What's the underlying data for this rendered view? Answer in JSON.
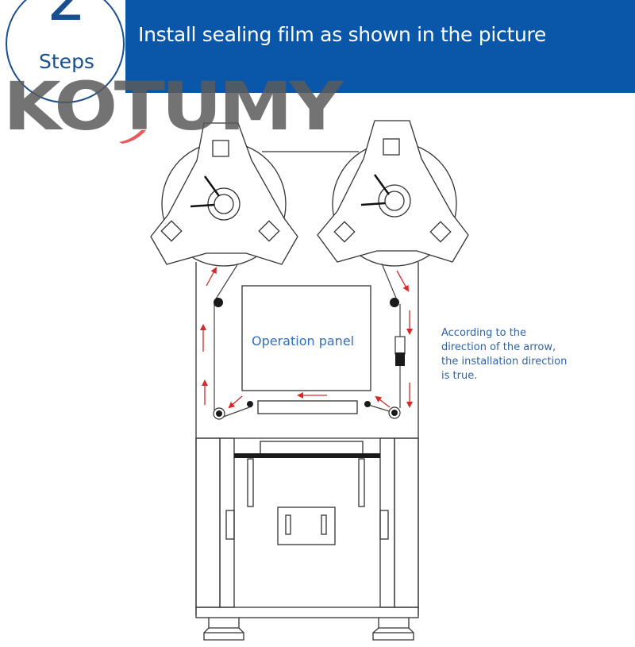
{
  "header": {
    "step_number": "2",
    "step_label": "Steps",
    "title": "Install sealing film as shown in the picture",
    "banner_color": "#0a56a8"
  },
  "brand": {
    "logo_text": "KOTUMY",
    "accent_color": "#e85a5a"
  },
  "diagram": {
    "panel_label": "Operation panel",
    "arrow_color": "#d42a2a",
    "line_color": "#333333",
    "note_lines": [
      "According to the",
      "direction of the arrow,",
      "the installation direction",
      "is true."
    ],
    "note_color": "#2f63a6"
  }
}
